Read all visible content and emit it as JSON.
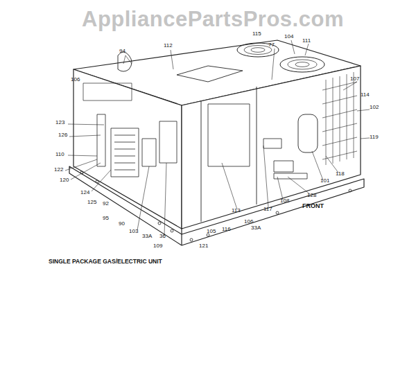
{
  "diagram": {
    "caption": "SINGLE PACKAGE GAS/ELECTRIC UNIT",
    "labels": [
      "AppliancePartsPros.com",
      "115",
      "77",
      "104",
      "111",
      "94",
      "112",
      "107",
      "106",
      "114",
      "102",
      "123",
      "126",
      "119",
      "110",
      "122",
      "120",
      "124",
      "118",
      "101",
      "128",
      "125",
      "92",
      "108",
      "117",
      "113",
      "95",
      "90",
      "103",
      "106",
      "33A",
      "116",
      "105",
      "36",
      "33A",
      "109",
      "121",
      "FRONT"
    ]
  }
}
